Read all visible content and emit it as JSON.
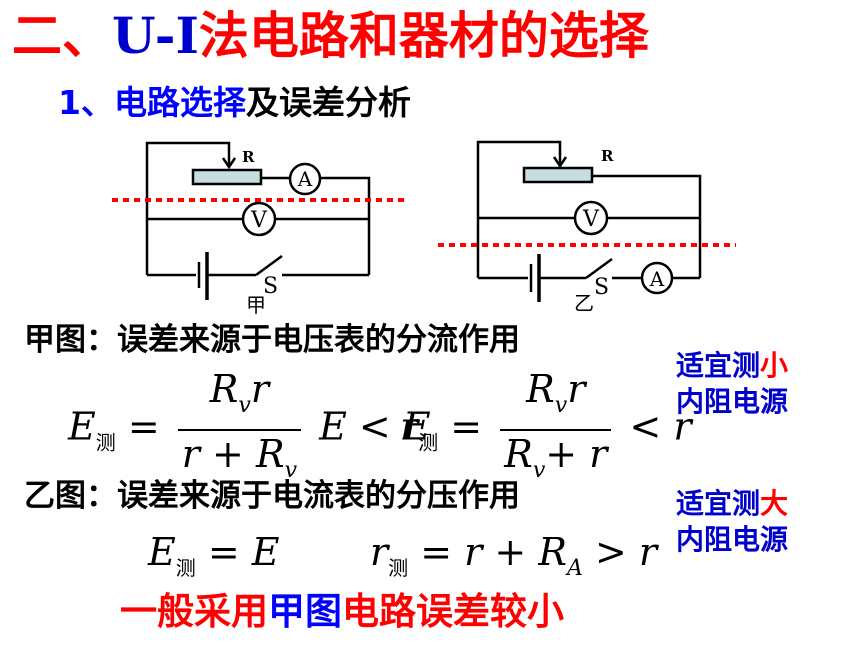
{
  "title": {
    "part1": "二、",
    "part2": "U-I",
    "part3": "法电路和器材的选择"
  },
  "subtitle": {
    "part1": "1、电路选择",
    "part2": "及误差分析"
  },
  "circuits": {
    "jia": {
      "resistor_label": "R",
      "ammeter_label": "A",
      "voltmeter_label": "V",
      "switch_label": "S",
      "caption": "甲"
    },
    "yi": {
      "resistor_label": "R",
      "ammeter_label": "A",
      "voltmeter_label": "V",
      "switch_label": "S",
      "caption": "乙"
    }
  },
  "analysis_a": {
    "heading": "甲图：误差来源于电压表的分流作用",
    "note_line1_blue": "适宜测",
    "note_line1_red": "小",
    "note_line2": "内阻电源"
  },
  "formula_a1": {
    "E": "E",
    "sub": "测",
    "eq": "=",
    "num_R": "R",
    "num_v": "v",
    "num_r": "r",
    "den_r": "r + R",
    "den_v": "v",
    "tail": "E < E"
  },
  "formula_a2": {
    "r": "r",
    "sub": "测",
    "eq": "=",
    "num_R": "R",
    "num_v": "v",
    "num_r": "r",
    "den_R": "R",
    "den_v": "v",
    "den_tail": "+ r",
    "tail": "< r"
  },
  "analysis_b": {
    "heading": "乙图：误差来源于电流表的分压作用",
    "note_line1_blue": "适宜测",
    "note_line1_red": "大",
    "note_line2": "内阻电源"
  },
  "formula_b1": {
    "E": "E",
    "sub": "测",
    "rhs": "= E"
  },
  "formula_b2": {
    "r": "r",
    "sub": "测",
    "rhs1": "= r + R",
    "rhs_sub": "A",
    "rhs2": "> r"
  },
  "conclusion": {
    "part1": "一般采用",
    "part2": "甲图",
    "part3": "电路误差较小"
  },
  "colors": {
    "title_red": "#ff0000",
    "blue": "#0000ff",
    "dotted_line": "#ff0000",
    "resistor_fill": "#c6dede"
  }
}
